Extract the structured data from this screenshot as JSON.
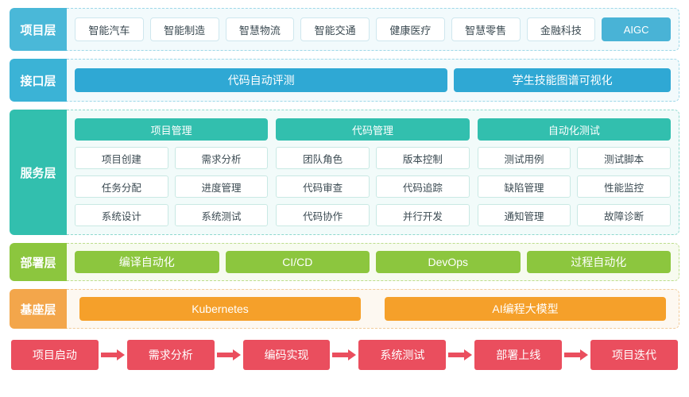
{
  "colors": {
    "project_label": "#4ab8d8",
    "interface_bar": "#2fa8d4",
    "service": "#32bfae",
    "deploy": "#8cc63e",
    "base": "#f5a02a",
    "flow": "#ea4e5e"
  },
  "layers": {
    "project": {
      "label": "项目层",
      "items": [
        {
          "text": "智能汽车",
          "accent": false
        },
        {
          "text": "智能制造",
          "accent": false
        },
        {
          "text": "智慧物流",
          "accent": false
        },
        {
          "text": "智能交通",
          "accent": false
        },
        {
          "text": "健康医疗",
          "accent": false
        },
        {
          "text": "智慧零售",
          "accent": false
        },
        {
          "text": "金融科技",
          "accent": false
        },
        {
          "text": "AIGC",
          "accent": true
        }
      ]
    },
    "interface": {
      "label": "接口层",
      "items": [
        "代码自动评测",
        "学生技能图谱可视化"
      ]
    },
    "service": {
      "label": "服务层",
      "columns": [
        {
          "head": "项目管理",
          "rows": [
            [
              "项目创建",
              "需求分析"
            ],
            [
              "任务分配",
              "进度管理"
            ],
            [
              "系统设计",
              "系统测试"
            ]
          ]
        },
        {
          "head": "代码管理",
          "rows": [
            [
              "团队角色",
              "版本控制"
            ],
            [
              "代码审查",
              "代码追踪"
            ],
            [
              "代码协作",
              "并行开发"
            ]
          ]
        },
        {
          "head": "自动化测试",
          "rows": [
            [
              "测试用例",
              "测试脚本"
            ],
            [
              "缺陷管理",
              "性能监控"
            ],
            [
              "通知管理",
              "故障诊断"
            ]
          ]
        }
      ]
    },
    "deploy": {
      "label": "部署层",
      "items": [
        "编译自动化",
        "CI/CD",
        "DevOps",
        "过程自动化"
      ]
    },
    "base": {
      "label": "基座层",
      "items": [
        "Kubernetes",
        "AI编程大模型"
      ]
    }
  },
  "flow": {
    "steps": [
      "项目启动",
      "需求分析",
      "编码实现",
      "系统测试",
      "部署上线",
      "项目迭代"
    ]
  }
}
